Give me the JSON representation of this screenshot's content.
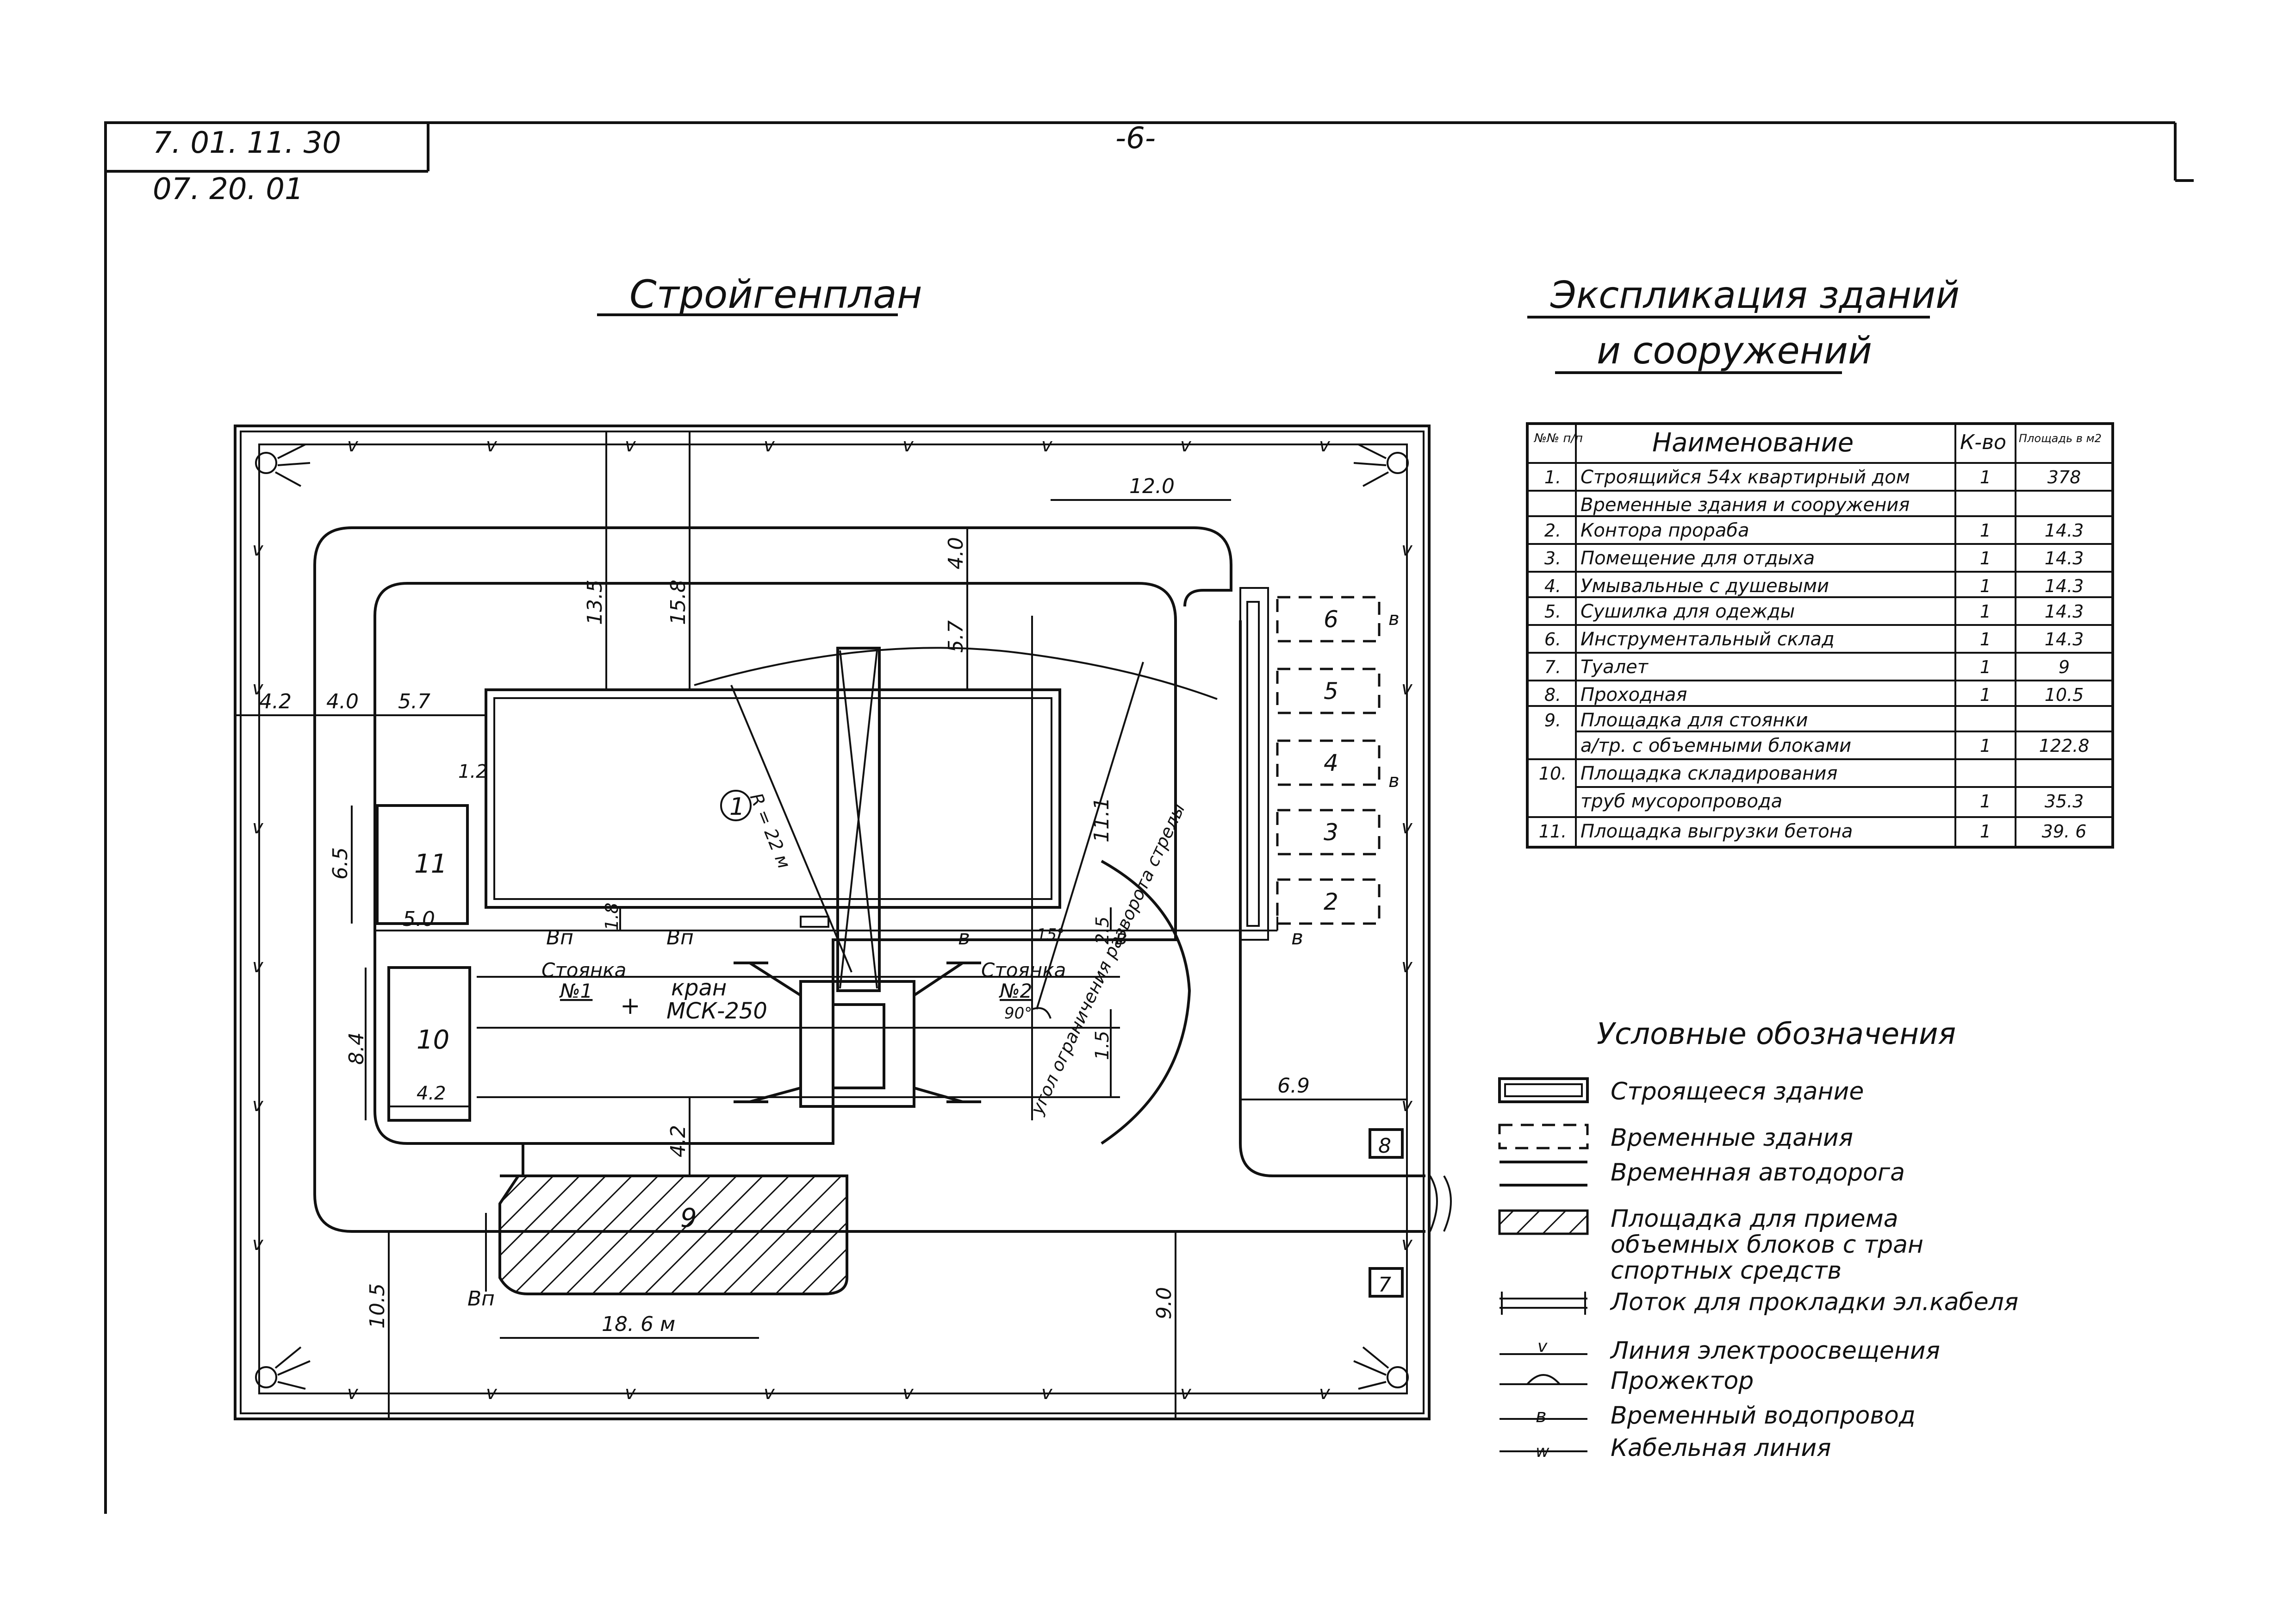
{
  "header": {
    "code_1": "7. 01. 11. 30",
    "code_2": "07. 20. 01",
    "page_no": "-6-"
  },
  "plan": {
    "title": "Стройгенплан",
    "dimensions": {
      "d_4_2": "4.2",
      "d_4_0_left": "4.0",
      "d_5_7_left": "5.7",
      "d_13_5": "13.5",
      "d_15_8": "15.8",
      "d_4_0_top": "4.0",
      "d_5_7_top": "5.7",
      "d_12_0": "12.0",
      "d_1_2": "1.2",
      "d_6_5": "6.5",
      "d_5_0": "5.0",
      "d_1_8": "1.8",
      "d_11_1": "11.1",
      "d_2_5": "2.5",
      "d_1_5": "1.5",
      "d_8_4": "8.4",
      "d_4_2_b": "4.2",
      "d_4_2_c": "4.2",
      "d_6_9": "6.9",
      "d_10_5": "10.5",
      "d_18_6": "18. 6 м",
      "d_9_0": "9.0",
      "radius": "R = 22 м",
      "angle_15": "15°",
      "angle_90": "90°"
    },
    "labels": {
      "building_no": "1",
      "area_11": "11",
      "area_10": "10",
      "area_9": "9",
      "bldg_6": "6",
      "bldg_5": "5",
      "bldg_4": "4",
      "bldg_3": "3",
      "bldg_2": "2",
      "bldg_8": "8",
      "bldg_7": "7",
      "parking_1_a": "Стоянка",
      "parking_1_b": "№1",
      "parking_2_a": "Стоянка",
      "parking_2_b": "№2",
      "crane_a": "кран",
      "crane_b": "МСК-250",
      "plus": "+",
      "vp_1": "Вп",
      "vp_2": "Вп",
      "vp_3": "Вп",
      "v_1": "в",
      "v_2": "в",
      "v_3": "в",
      "v_4": "в",
      "v_5": "в",
      "arc_text": "угол ограничения разворота стрелы"
    }
  },
  "explication": {
    "title_line1": "Экспликация зданий",
    "title_line2": "и сооружений",
    "headers": {
      "no": "№№ п/п",
      "name": "Наименование",
      "qty": "К-во",
      "area": "Площадь в м2"
    },
    "rows": [
      {
        "no": "1.",
        "name": "Строящийся 54х квартирный дом",
        "qty": "1",
        "area": "378"
      },
      {
        "no": "",
        "name": "Временные здания и сооружения",
        "qty": "",
        "area": ""
      },
      {
        "no": "2.",
        "name": "Контора прораба",
        "qty": "1",
        "area": "14.3"
      },
      {
        "no": "3.",
        "name": "Помещение для отдыха",
        "qty": "1",
        "area": "14.3"
      },
      {
        "no": "4.",
        "name": "Умывальные с душевыми",
        "qty": "1",
        "area": "14.3"
      },
      {
        "no": "5.",
        "name": "Сушилка для одежды",
        "qty": "1",
        "area": "14.3"
      },
      {
        "no": "6.",
        "name": "Инструментальный склад",
        "qty": "1",
        "area": "14.3"
      },
      {
        "no": "7.",
        "name": "Туалет",
        "qty": "1",
        "area": "9"
      },
      {
        "no": "8.",
        "name": "Проходная",
        "qty": "1",
        "area": "10.5"
      },
      {
        "no": "9.",
        "name": "Площадка для стоянки",
        "qty": "",
        "area": ""
      },
      {
        "no": "",
        "name": "а/тр. с объемными блоками",
        "qty": "1",
        "area": "122.8"
      },
      {
        "no": "10.",
        "name": "Площадка складирования",
        "qty": "",
        "area": ""
      },
      {
        "no": "",
        "name": "труб мусоропровода",
        "qty": "1",
        "area": "35.3"
      },
      {
        "no": "11.",
        "name": "Площадка выгрузки бетона",
        "qty": "1",
        "area": "39. 6"
      }
    ]
  },
  "legend": {
    "title": "Условные обозначения",
    "items": [
      {
        "icon": "building-under-construction",
        "label": "Строящееся здание"
      },
      {
        "icon": "temporary-building",
        "label": "Временные здания"
      },
      {
        "icon": "temporary-road",
        "label": "Временная автодорога"
      },
      {
        "icon": "hatched-area",
        "label": "Площадка для приема объемных блоков с транспортных средств"
      },
      {
        "icon": "cable-tray",
        "label": "Лоток для прокладки эл.кабеля"
      },
      {
        "icon": "lighting-line",
        "label": "Линия электроосвещения"
      },
      {
        "icon": "floodlight",
        "label": "Прожектор"
      },
      {
        "icon": "water-pipe",
        "label": "Временный водопровод"
      },
      {
        "icon": "cable-line",
        "label": "Кабельная линия"
      }
    ],
    "symbol_v": "v",
    "symbol_b": "в",
    "symbol_w": "w"
  }
}
